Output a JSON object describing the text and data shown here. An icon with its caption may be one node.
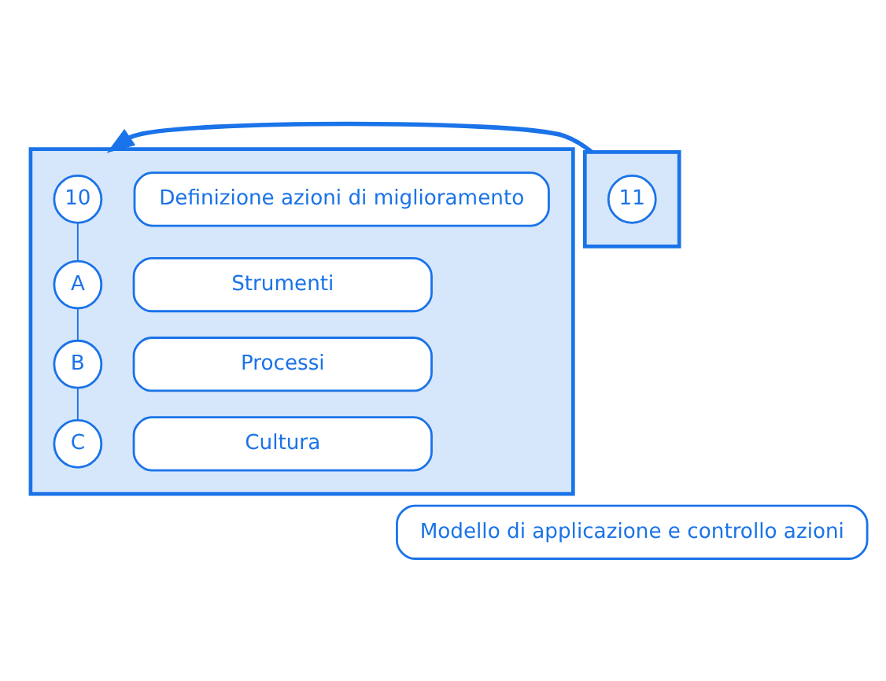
{
  "diagram": {
    "nodes": [
      {
        "text": [],
        "shape": "chevron"
      },
      {
        "text": [
          "10"
        ],
        "in": 0
      },
      {
        "text": [
          "Definizione azioni di miglioramento"
        ],
        "in": 0
      },
      {
        "text": [
          "A"
        ],
        "in": 0
      },
      {
        "text": [
          "Strumenti"
        ],
        "in": 0
      },
      {
        "text": [
          "B"
        ],
        "in": 0
      },
      {
        "text": [
          "Processi"
        ],
        "in": 0
      },
      {
        "text": [
          "C"
        ],
        "in": 0
      },
      {
        "text": [
          "Cultura"
        ],
        "in": 0
      },
      {
        "text": [],
        "shape": "chevron"
      },
      {
        "text": [
          "11"
        ],
        "in": 9
      },
      {
        "text": [
          "Modello di applicazione e controllo azioni"
        ]
      }
    ],
    "edges": [
      {
        "from": 9,
        "to": 0,
        "arrow": "to",
        "style": "thick"
      },
      {
        "from": 1,
        "to": 3,
        "arrow": "none"
      },
      {
        "from": 3,
        "to": 5,
        "arrow": "none"
      },
      {
        "from": 5,
        "to": 7,
        "arrow": "none"
      }
    ]
  }
}
